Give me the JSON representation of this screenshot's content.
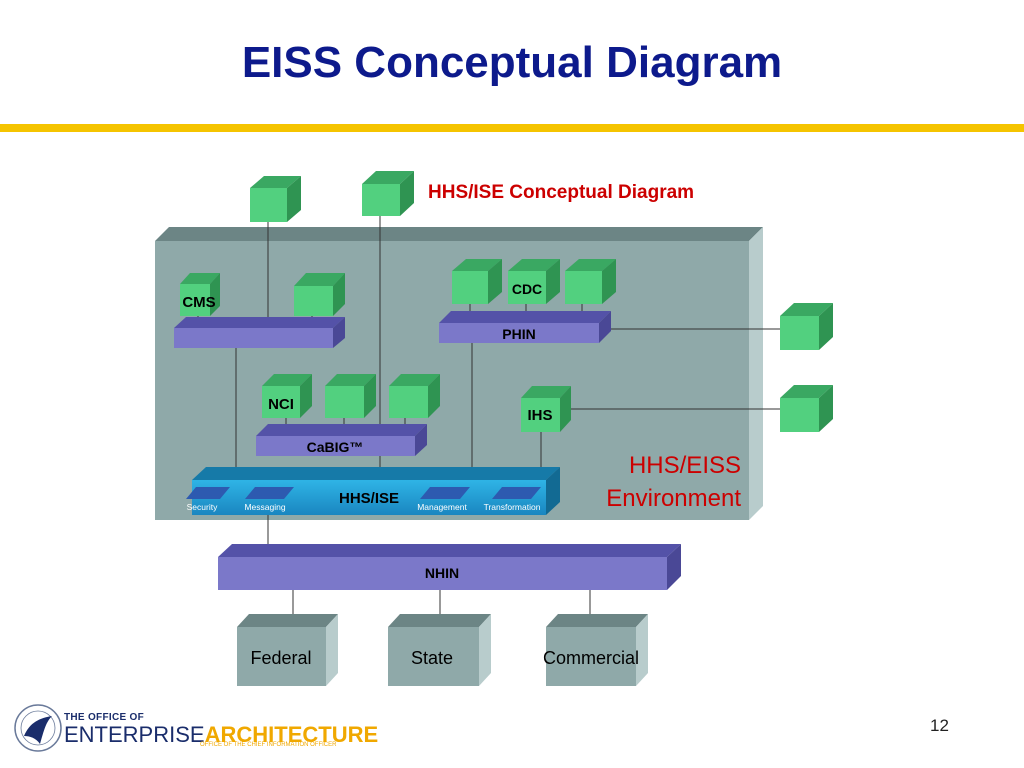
{
  "slide": {
    "title": "EISS Conceptual Diagram",
    "page_number": "12"
  },
  "diagram": {
    "heading": "HHS/ISE Conceptual Diagram",
    "environment_label_line1": "HHS/EISS",
    "environment_label_line2": "Environment",
    "nodes": {
      "cms": "CMS",
      "cdc": "CDC",
      "phin": "PHIN",
      "nci": "NCI",
      "cabig": "CaBIG™",
      "ihs": "IHS",
      "hhs_ise": "HHS/ISE",
      "nhin": "NHIN"
    },
    "services": [
      "Security",
      "Messaging",
      "Management",
      "Transformation"
    ],
    "endpoints": [
      "Federal",
      "State",
      "Commercial"
    ]
  },
  "logo": {
    "line1": "THE OFFICE OF",
    "line2a": "ENTERPRISE",
    "line2b": "ARCHITECTURE",
    "line3": "OFFICE OF THE CHIEF INFORMATION OFFICER"
  },
  "colors": {
    "title": "#0d1a8c",
    "rule": "#f5c400",
    "heading_red": "#cc0000",
    "environment": "#8fa9a9",
    "bar": "#7b78c9",
    "cube": "#4ecb7a",
    "ise_bar": "#2aa3d6"
  }
}
